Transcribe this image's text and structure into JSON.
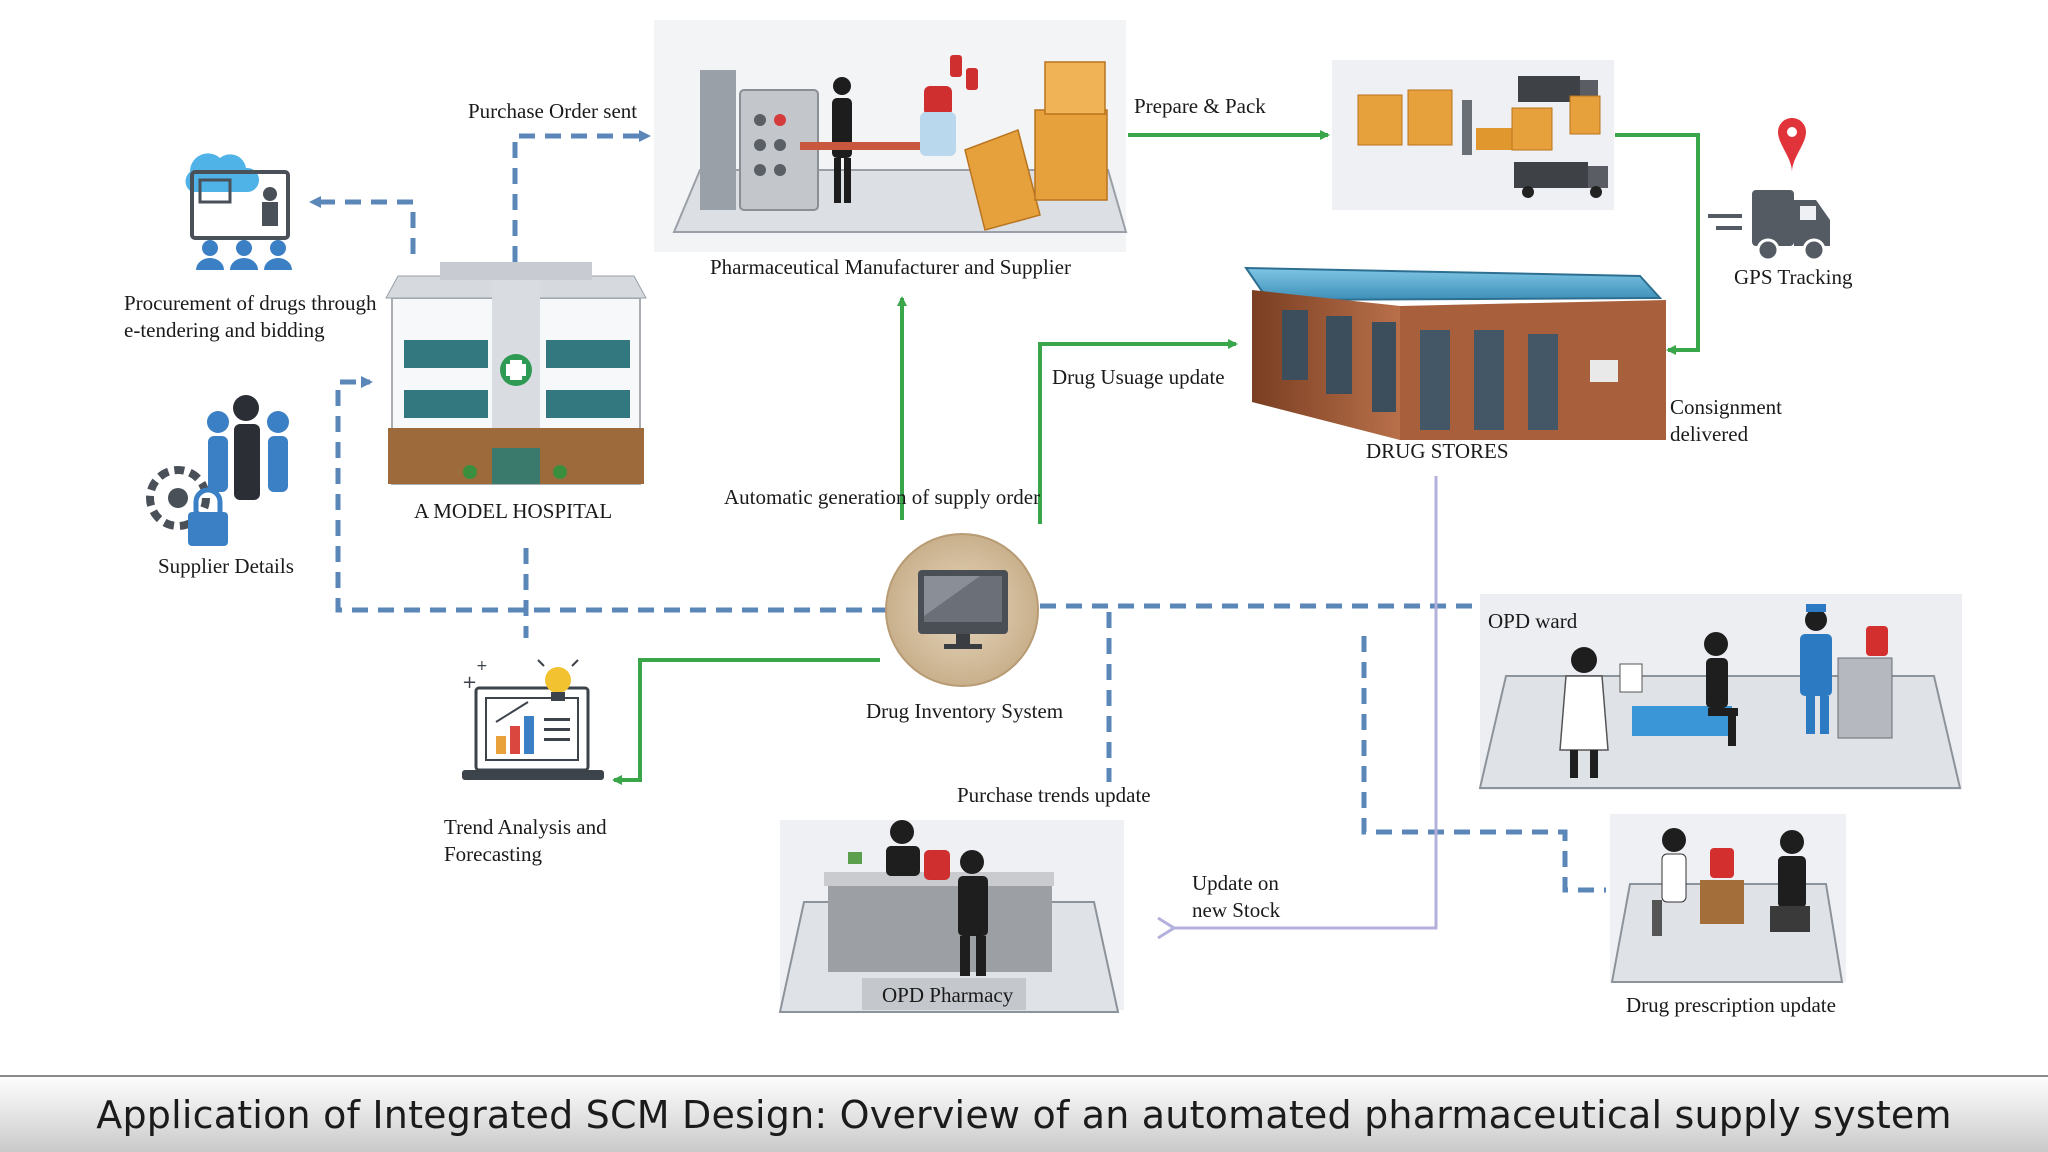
{
  "caption": "Application of Integrated SCM Design: Overview of an automated pharmaceutical supply system",
  "nodes": {
    "manufacturer": "Pharmaceutical Manufacturer and Supplier",
    "hospital": "A MODEL HOSPITAL",
    "procurement": "Procurement of drugs through e-tendering and bidding",
    "supplier_details": "Supplier Details",
    "drug_stores": "DRUG STORES",
    "gps": "GPS Tracking",
    "inventory": "Drug Inventory System",
    "trend": "Trend Analysis and Forecasting",
    "opd_ward": "OPD ward",
    "opd_pharmacy": "OPD Pharmacy",
    "prescription": "Drug prescription update"
  },
  "edges": {
    "purchase_order": "Purchase Order sent",
    "prepare_pack": "Prepare & Pack",
    "drug_usage": "Drug Usuage update",
    "automatic_generation": "Automatic generation of supply order",
    "consignment": "Consignment delivered",
    "purchase_trends": "Purchase trends update",
    "update_stock": "Update on new Stock"
  },
  "colors": {
    "green_flow": "#3aa64a",
    "blue_dashed": "#5b86b8",
    "lavender_flow": "#b3b0dc",
    "icon_blue": "#3b7fc4",
    "box_orange": "#e7a13c",
    "platform": "#d9dbe0"
  }
}
